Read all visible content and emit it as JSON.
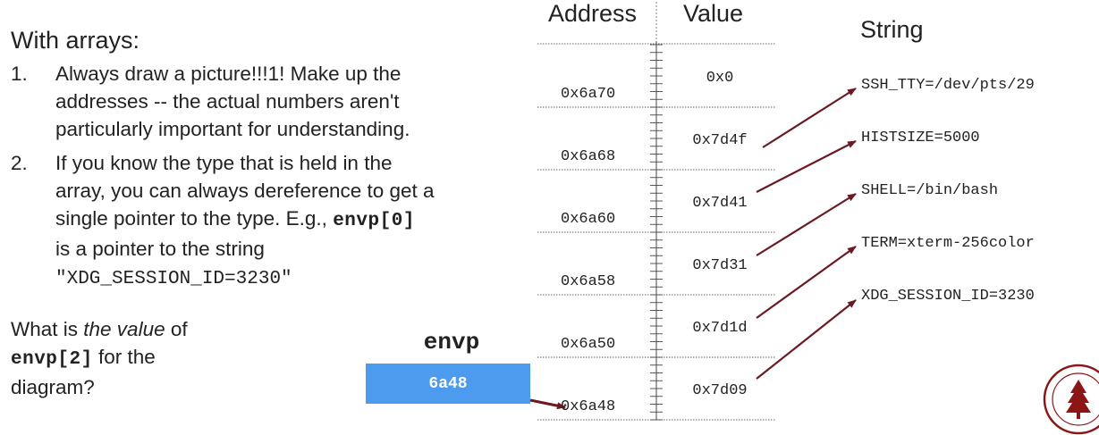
{
  "heading": "With arrays:",
  "list": [
    {
      "num": "1.",
      "lines": [
        "Always draw a picture!!!1! Make up the",
        "addresses -- the actual numbers aren't",
        "particularly important for understanding."
      ]
    },
    {
      "num": "2.",
      "line1": "If you know the type that is held in the",
      "line2": "array, you can always dereference to get a",
      "line3_text": "single pointer to the type. E.g., ",
      "line3_code": "envp[0]",
      "line4": "is a pointer to the string",
      "line5_literal": "\"XDG_SESSION_ID=3230\""
    }
  ],
  "question": {
    "p1": "What is ",
    "p1_em": "the value",
    "p1_end": " of",
    "code": "envp[2]",
    "p2_end": " for the",
    "p3": "diagram?"
  },
  "envp": {
    "label": "envp",
    "value": "6a48"
  },
  "memory": {
    "address_header": "Address",
    "value_header": "Value",
    "string_header": "String",
    "rows": [
      {
        "address": "0x6a70",
        "value": "0x0"
      },
      {
        "address": "0x6a68",
        "value": "0x7d4f"
      },
      {
        "address": "0x6a60",
        "value": "0x7d41"
      },
      {
        "address": "0x6a58",
        "value": "0x7d31"
      },
      {
        "address": "0x6a50",
        "value": "0x7d1d"
      },
      {
        "address": "0x6a48",
        "value": "0x7d09"
      }
    ],
    "strings": [
      "SSH_TTY=/dev/pts/29",
      "HISTSIZE=5000",
      "SHELL=/bin/bash",
      "TERM=xterm-256color",
      "XDG_SESSION_ID=3230"
    ]
  },
  "colors": {
    "pointer_arrow": "#6b1a24",
    "envp_box": "#4c9bef",
    "seal": "#8c1515"
  },
  "seal_icon": "stanford-university-seal-icon"
}
